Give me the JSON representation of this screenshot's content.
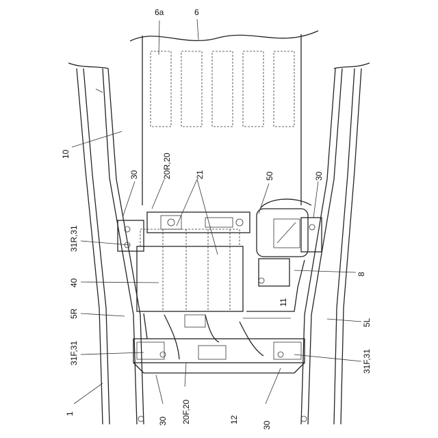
{
  "labels": {
    "l6a": "6a",
    "l6": "6",
    "l10": "10",
    "l30_tl": "30",
    "l20R20": "20R,20",
    "l21": "21",
    "l50": "50",
    "l30_tr": "30",
    "l31R31": "31R,31",
    "l8": "8",
    "l40": "40",
    "l11": "11",
    "l5R": "5R",
    "l5L": "5L",
    "l31F31_l": "31F,31",
    "l31F31_r": "31F,31",
    "l1": "1",
    "l30_bl": "30",
    "l20F20": "20F,20",
    "l12": "12",
    "l30_br": "30"
  }
}
